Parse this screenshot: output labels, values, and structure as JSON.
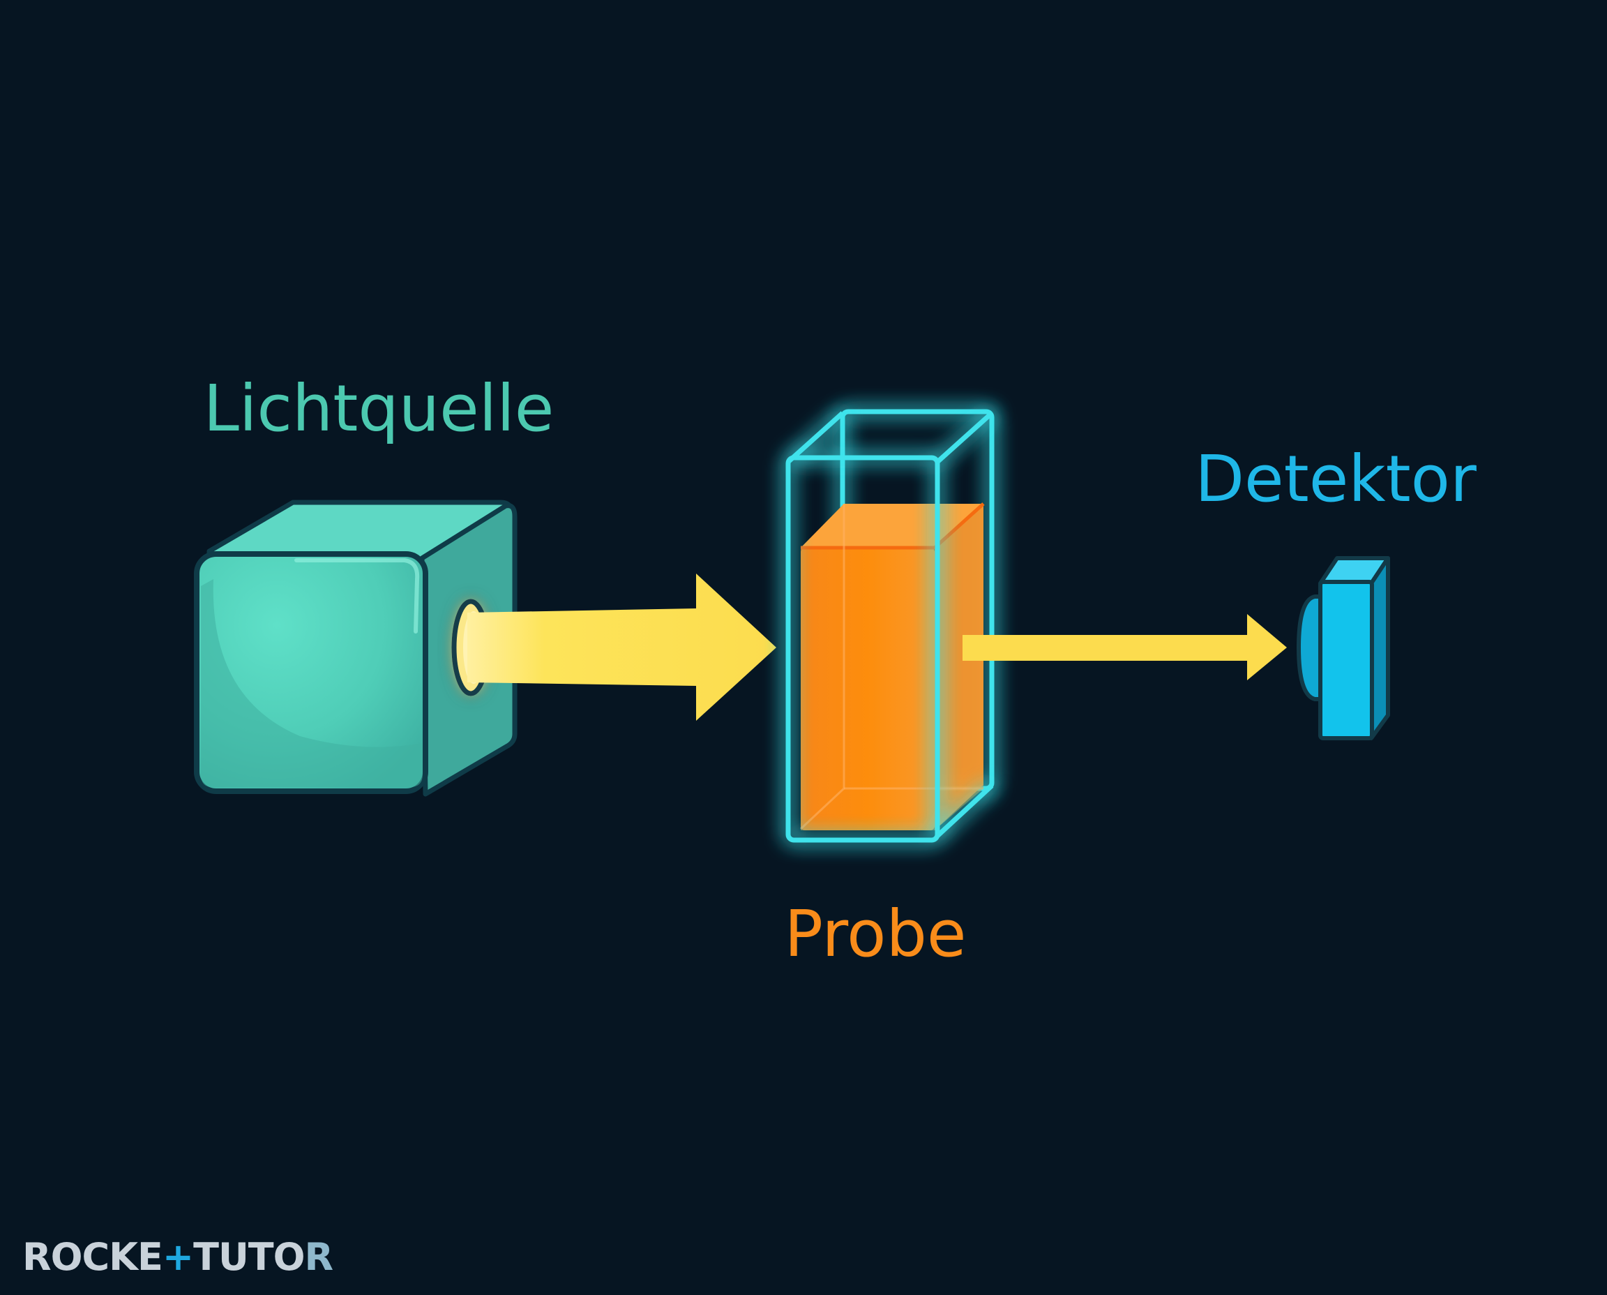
{
  "labels": {
    "light_source": "Lichtquelle",
    "sample": "Probe",
    "detector": "Detektor"
  },
  "logo": {
    "part1": "ROCKE",
    "part2": "TUTO",
    "part3": "R"
  },
  "colors": {
    "background": "#061522",
    "light_source": "#4fd2bd",
    "light_source_label": "#4cc9b0",
    "beam": "#fcdc4e",
    "sample_liquid": "#fb8c10",
    "sample_label": "#f98c1a",
    "cuvette_outline": "#3fe3ec",
    "detector": "#12c3ec",
    "detector_label": "#1fb7e8",
    "logo_text": "#c9d2da",
    "logo_accent": "#1fa8e0"
  },
  "icons": {
    "light_source": "light-source-box-icon",
    "beam_incident": "incident-light-arrow-icon",
    "cuvette": "cuvette-icon",
    "beam_transmitted": "transmitted-light-arrow-icon",
    "detector": "detector-icon"
  }
}
